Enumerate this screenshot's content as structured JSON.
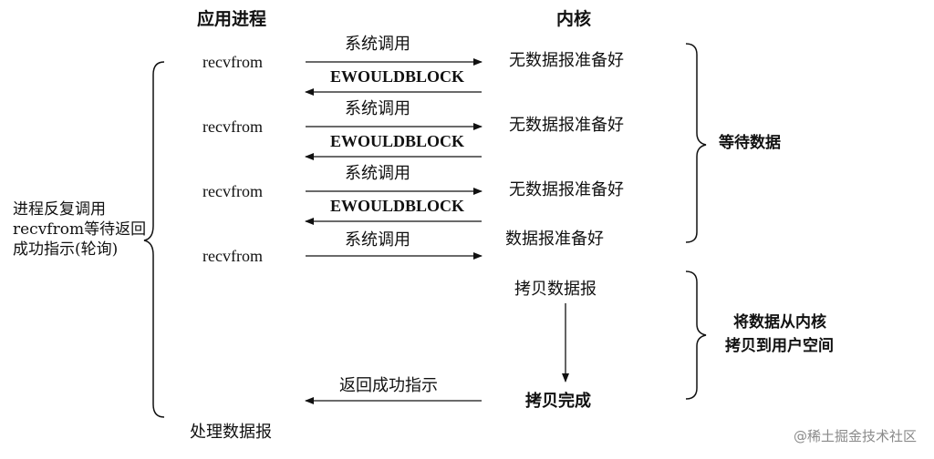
{
  "headers": {
    "app_process": "应用进程",
    "kernel": "内核"
  },
  "exchanges": [
    {
      "call": "recvfrom",
      "syscall": "系统调用",
      "reply": "EWOULDBLOCK",
      "kernel_state": "无数据报准备好"
    },
    {
      "call": "recvfrom",
      "syscall": "系统调用",
      "reply": "EWOULDBLOCK",
      "kernel_state": "无数据报准备好"
    },
    {
      "call": "recvfrom",
      "syscall": "系统调用",
      "reply": "EWOULDBLOCK",
      "kernel_state": "无数据报准备好"
    },
    {
      "call": "recvfrom",
      "syscall": "系统调用",
      "kernel_state": "数据报准备好"
    }
  ],
  "copy_start": "拷贝数据报",
  "copy_done": "拷贝完成",
  "return_label": "返回成功指示",
  "process_label": "处理数据报",
  "left_brace_label": "进程反复调用recvfrom等待返回成功指示(轮询)",
  "right_wait_label": "等待数据",
  "right_copy_label": [
    "将数据从内核",
    "拷贝到用户空间"
  ],
  "watermark": "@稀土掘金技术社区"
}
